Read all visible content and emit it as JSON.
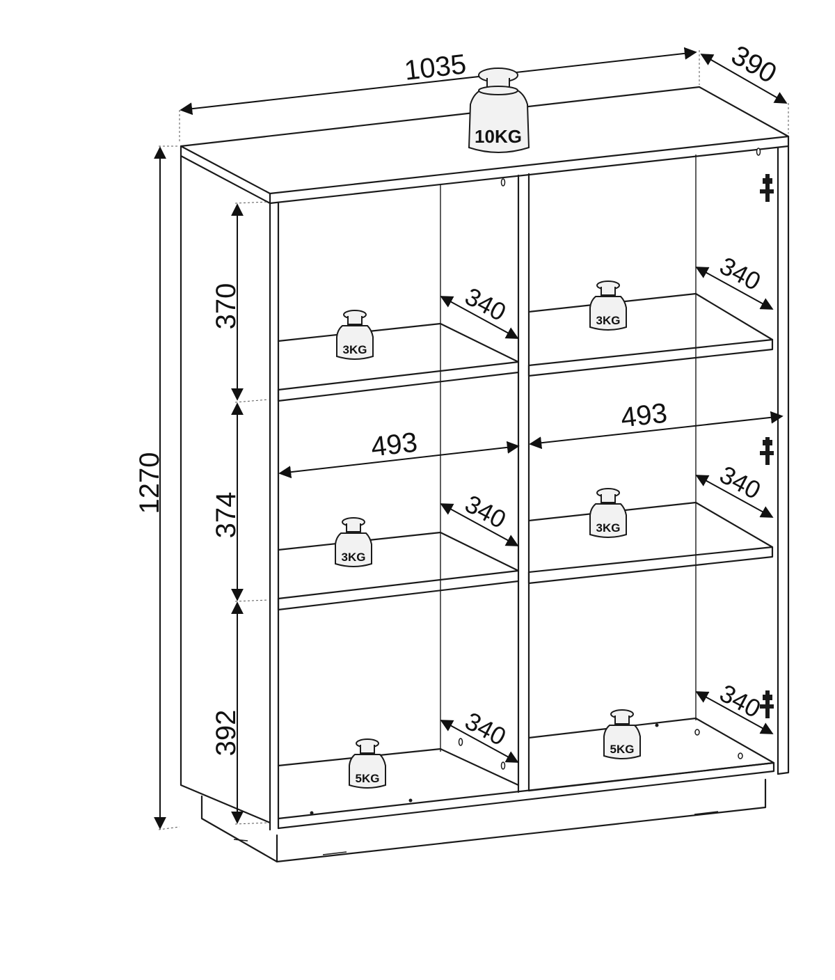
{
  "dimensions": {
    "width": "1035",
    "depth": "390",
    "height_total": "1270",
    "compartment_top": "370",
    "compartment_middle": "374",
    "compartment_bottom": "392",
    "inner_width_left": "493",
    "inner_width_right": "493",
    "shelf_depth": "340"
  },
  "weights": {
    "top": "10KG",
    "shelf_left_upper": "3KG",
    "shelf_right_upper": "3KG",
    "shelf_left_middle": "3KG",
    "shelf_right_middle": "3KG",
    "floor_left": "5KG",
    "floor_right": "5KG"
  }
}
